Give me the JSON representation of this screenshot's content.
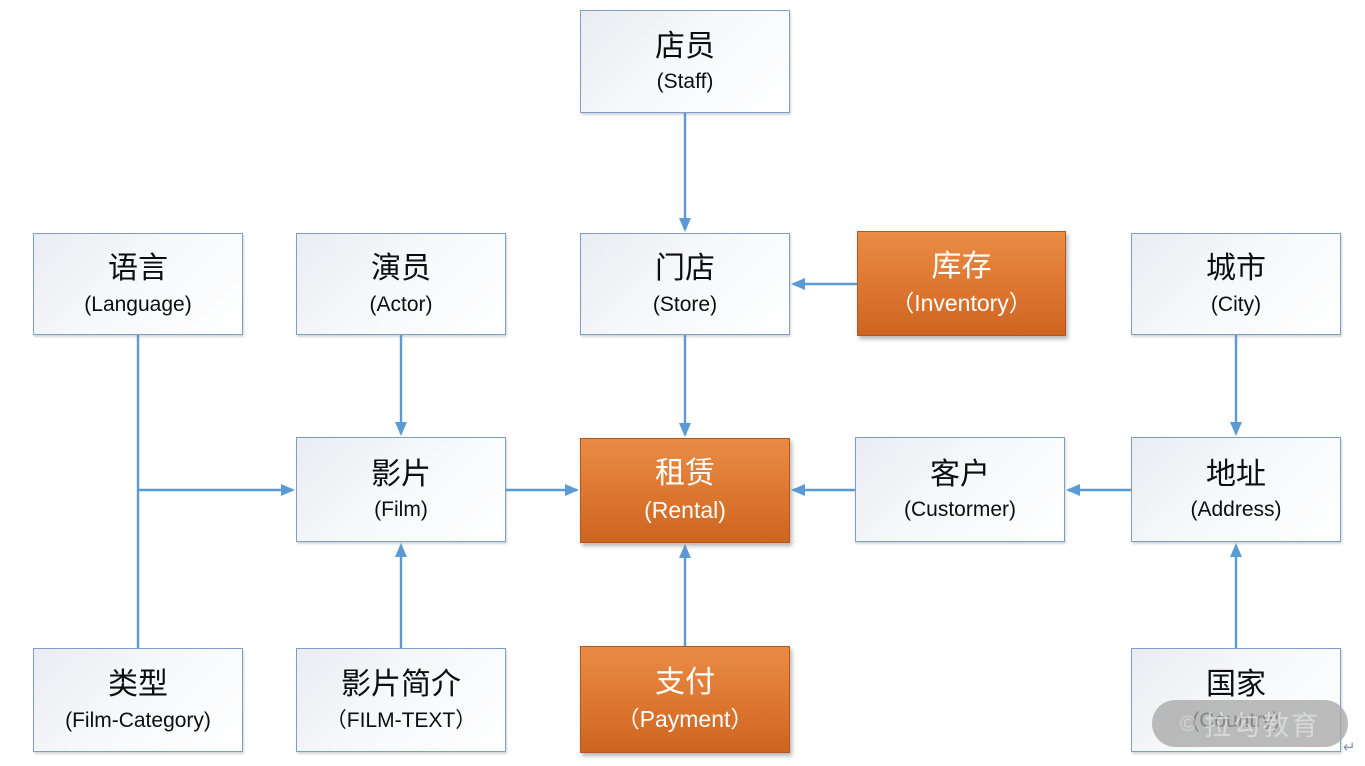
{
  "colors": {
    "accent_orange": "#df7a33",
    "connector_blue": "#5b9bd5",
    "box_border_blue": "#7f9ec6"
  },
  "diagram": {
    "nodes": {
      "staff": {
        "zh": "店员",
        "en": "(Staff)",
        "variant": "plain"
      },
      "language": {
        "zh": "语言",
        "en": "(Language)",
        "variant": "plain"
      },
      "actor": {
        "zh": "演员",
        "en": "(Actor)",
        "variant": "plain"
      },
      "store": {
        "zh": "门店",
        "en": "(Store)",
        "variant": "plain"
      },
      "inventory": {
        "zh": "库存",
        "en": "（Inventory）",
        "variant": "accent"
      },
      "city": {
        "zh": "城市",
        "en": "(City)",
        "variant": "plain"
      },
      "film": {
        "zh": "影片",
        "en": "(Film)",
        "variant": "plain"
      },
      "rental": {
        "zh": "租赁",
        "en": "(Rental)",
        "variant": "accent"
      },
      "custormer": {
        "zh": "客户",
        "en": "(Custormer)",
        "variant": "plain"
      },
      "address": {
        "zh": "地址",
        "en": "(Address)",
        "variant": "plain"
      },
      "film_category": {
        "zh": "类型",
        "en": "(Film-Category)",
        "variant": "plain"
      },
      "film_text": {
        "zh": "影片简介",
        "en": "（FILM-TEXT）",
        "variant": "plain"
      },
      "payment": {
        "zh": "支付",
        "en": "（Payment）",
        "variant": "accent"
      },
      "country": {
        "zh": "国家",
        "en": "(Country)",
        "variant": "plain"
      }
    },
    "edges": [
      {
        "from": "staff",
        "to": "store"
      },
      {
        "from": "inventory",
        "to": "store"
      },
      {
        "from": "store",
        "to": "rental"
      },
      {
        "from": "actor",
        "to": "film"
      },
      {
        "from": "language",
        "to": "film"
      },
      {
        "from": "film_category",
        "to": "film"
      },
      {
        "from": "film_text",
        "to": "film"
      },
      {
        "from": "film",
        "to": "rental"
      },
      {
        "from": "custormer",
        "to": "rental"
      },
      {
        "from": "payment",
        "to": "rental"
      },
      {
        "from": "address",
        "to": "custormer"
      },
      {
        "from": "city",
        "to": "address"
      },
      {
        "from": "country",
        "to": "address"
      }
    ]
  },
  "watermark": {
    "logo": "©",
    "text": "拉勾教育"
  },
  "paragraph_mark": "↵"
}
